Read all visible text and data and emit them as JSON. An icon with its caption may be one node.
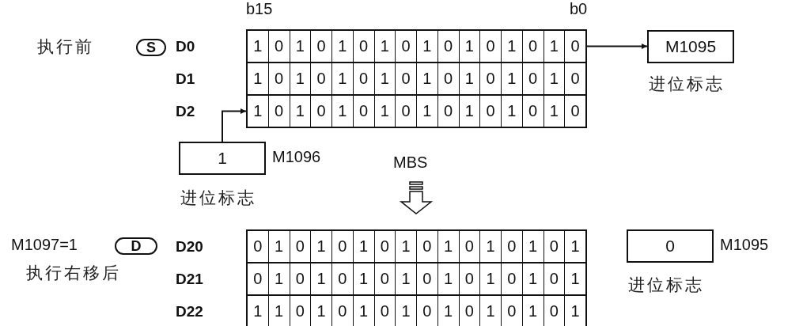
{
  "diagram": {
    "nodes": [
      {
        "text": [
          "1",
          "0",
          "1",
          "0",
          "1",
          "0",
          "1",
          "0",
          "1",
          "0",
          "1",
          "0",
          "1",
          "0",
          "1",
          "0"
        ]
      },
      {
        "text": [
          "1",
          "0",
          "1",
          "0",
          "1",
          "0",
          "1",
          "0",
          "1",
          "0",
          "1",
          "0",
          "1",
          "0",
          "1",
          "0"
        ]
      },
      {
        "text": [
          "1",
          "0",
          "1",
          "0",
          "1",
          "0",
          "1",
          "0",
          "1",
          "0",
          "1",
          "0",
          "1",
          "0",
          "1",
          "0"
        ]
      },
      {
        "text": [
          "M1095"
        ],
        "beside": [
          "进位标志"
        ]
      },
      {
        "text": [
          "1"
        ],
        "beside": [
          "M1096",
          "进位标志"
        ]
      },
      {
        "text": [
          "0",
          "1",
          "0",
          "1",
          "0",
          "1",
          "0",
          "1",
          "0",
          "1",
          "0",
          "1",
          "0",
          "1",
          "0",
          "1"
        ]
      },
      {
        "text": [
          "0",
          "1",
          "0",
          "1",
          "0",
          "1",
          "0",
          "1",
          "0",
          "1",
          "0",
          "1",
          "0",
          "1",
          "0",
          "1"
        ]
      },
      {
        "text": [
          "1",
          "1",
          "0",
          "1",
          "0",
          "1",
          "0",
          "1",
          "0",
          "1",
          "0",
          "1",
          "0",
          "1",
          "0",
          "1"
        ]
      },
      {
        "text": [
          "0"
        ],
        "beside": [
          "M1095",
          "进位标志"
        ]
      },
      {
        "text": [
          "S"
        ],
        "beside": [
          "执行前"
        ]
      },
      {
        "text": [
          "D"
        ],
        "beside": [
          "M1097=1",
          "执行右移后"
        ]
      }
    ],
    "edges": [
      {
        "from": 0,
        "to": 3,
        "arrow": "to"
      },
      {
        "from": 4,
        "to": 2,
        "arrow": "to"
      }
    ],
    "labels": [
      "b15",
      "b0",
      "D0",
      "D1",
      "D2",
      "MBS",
      "D20",
      "D21",
      "D22"
    ]
  }
}
